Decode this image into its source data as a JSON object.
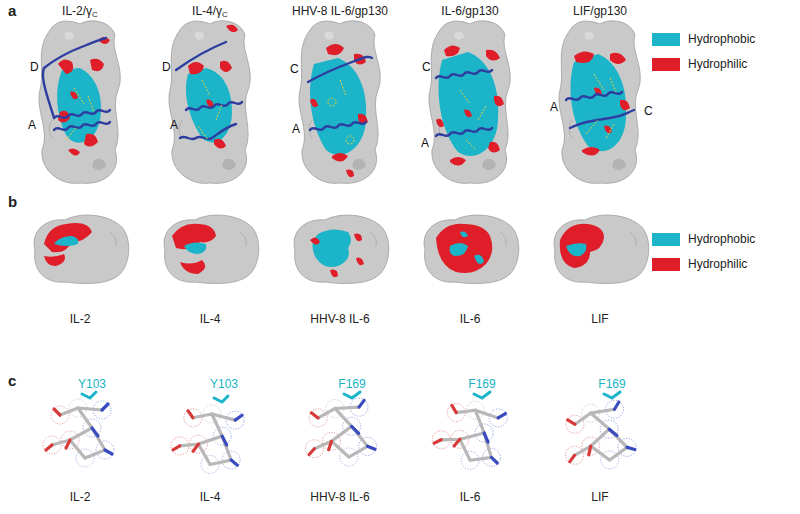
{
  "diagram": {
    "labels": [
      "a",
      "IL-2/γ",
      "C",
      "IL-4/γ",
      "C",
      "HHV-8 IL-6/gp130",
      "IL-6/gp130",
      "LIF/gp130",
      "D",
      "A",
      "D",
      "A",
      "C",
      "A",
      "C",
      "A",
      "A",
      "C",
      "b",
      "IL-2",
      "IL-4",
      "HHV-8 IL-6",
      "IL-6",
      "LIF",
      "c",
      "Y103",
      "Y103",
      "F169",
      "F169",
      "F169",
      "IL-2",
      "IL-4",
      "HHV-8 IL-6",
      "IL-6",
      "LIF"
    ],
    "legend": [
      {
        "text": "Hydrophobic",
        "color": "#1cb4c8"
      },
      {
        "text": "Hydrophilic",
        "color": "#e01e2a"
      },
      {
        "text": "Hydrophobic",
        "color": "#1cb4c8"
      },
      {
        "text": "Hydrophilic",
        "color": "#e01e2a"
      }
    ]
  }
}
